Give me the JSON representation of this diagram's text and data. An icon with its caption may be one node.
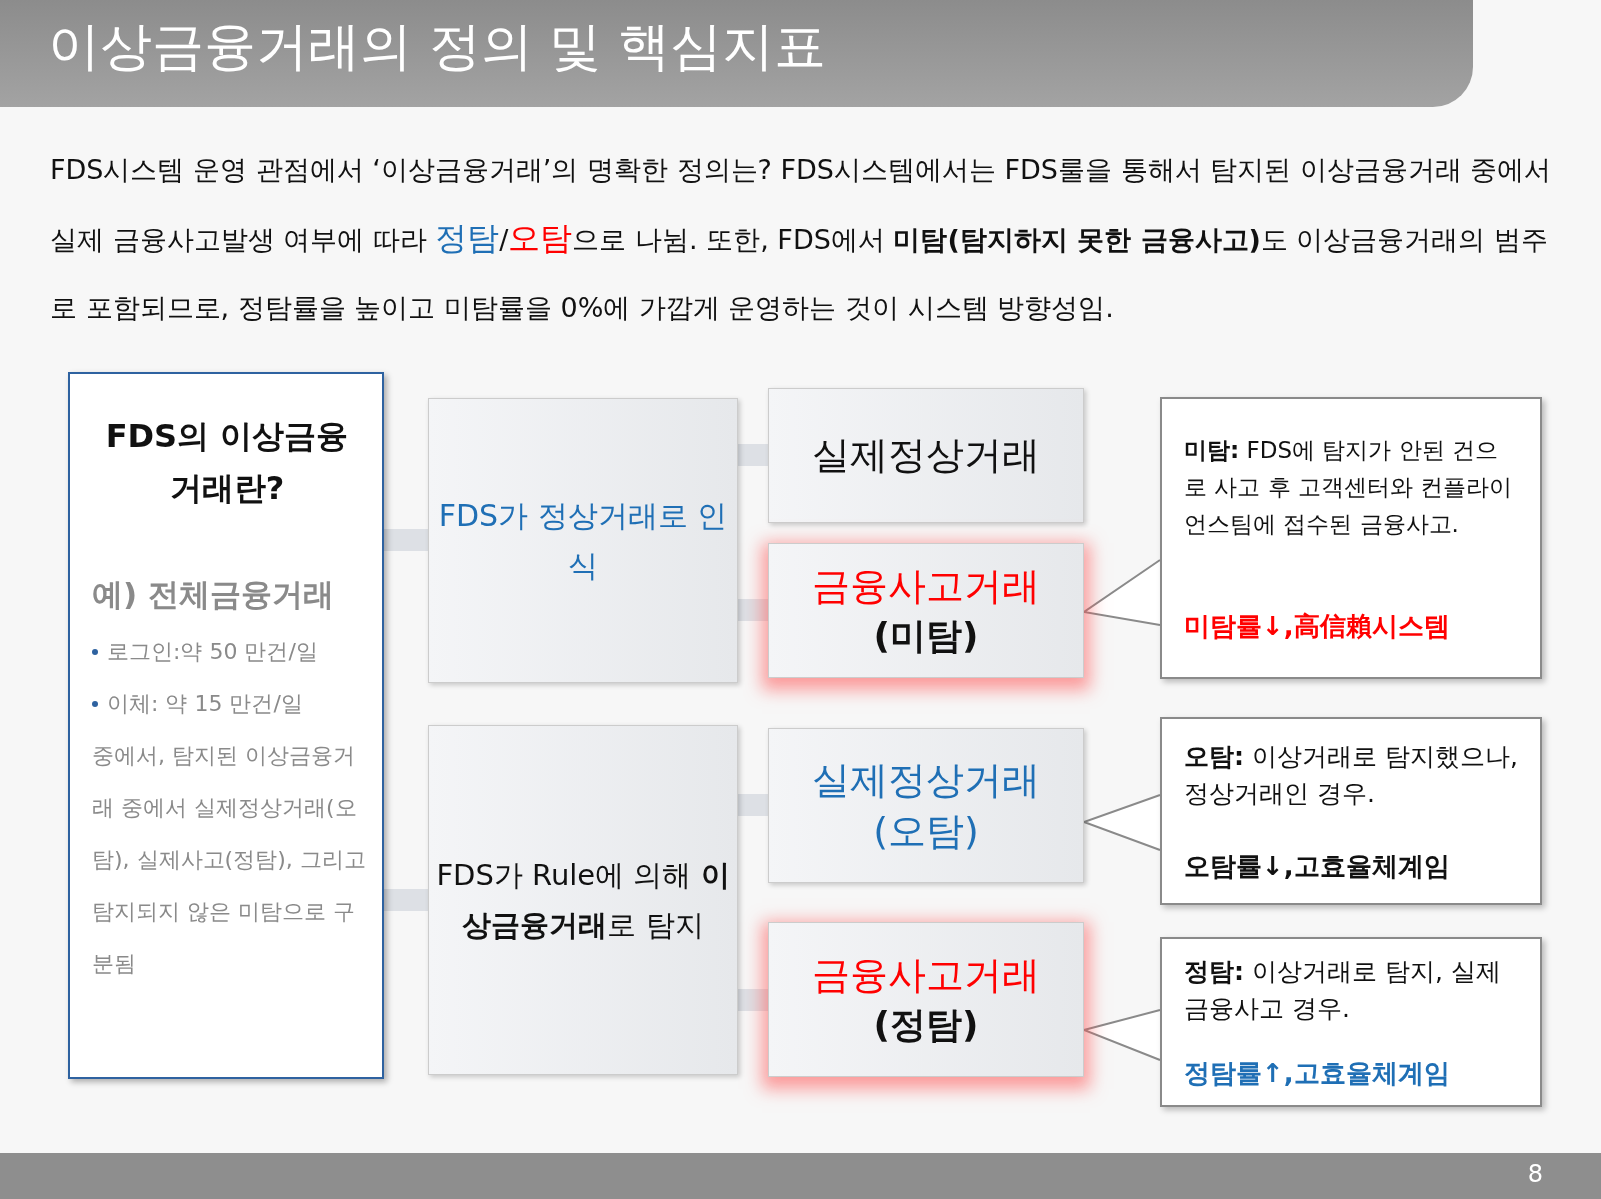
{
  "diagram": {
    "title": "이상금융거래의 정의 및 핵심지표",
    "nodes": [
      {
        "text": [
          "FDS의 이상금융거래란?",
          "예) 전체금융거래",
          "로그인:약 50 만건/일",
          "이체:  약 15 만건/일",
          "중에서, 탐지된 이상금융거래 중에서 실제정상거래(오탐), 실제사고(정탐), 그리고 탐지되지 않은 미탐으로 구분됨"
        ]
      },
      {
        "text": [
          "FDS가 정상거래로 인식"
        ]
      },
      {
        "text": [
          "FDS가 Rule에 의해 **이상금융거래**로 탐지"
        ]
      },
      {
        "text": [
          "실제정상거래"
        ]
      },
      {
        "text": [
          "금융사고거래",
          "(미탐)"
        ]
      },
      {
        "text": [
          "실제정상거래",
          "(오탐)"
        ]
      },
      {
        "text": [
          "금융사고거래",
          "(정탐)"
        ]
      },
      {
        "text": [
          "**미탐:** FDS에 탐지가 안된 건으로 사고 후 고객센터와 컨플라이언스팀에 접수된 금융사고.",
          "미탐률↓,高信賴시스템"
        ]
      },
      {
        "text": [
          "**오탐:** 이상거래로 탐지했으나, 정상거래인 경우.",
          "오탐률↓,고효율체계임"
        ]
      },
      {
        "text": [
          "**정탐:** 이상거래로 탐지, 실제 금융사고 경우.",
          "정탐률↑,고효율체계임"
        ]
      }
    ],
    "edges": [
      {
        "from": 0,
        "to": 1,
        "arrow": "none"
      },
      {
        "from": 0,
        "to": 2,
        "arrow": "none"
      },
      {
        "from": 1,
        "to": 3,
        "arrow": "none"
      },
      {
        "from": 1,
        "to": 4,
        "arrow": "none"
      },
      {
        "from": 2,
        "to": 5,
        "arrow": "none"
      },
      {
        "from": 2,
        "to": 6,
        "arrow": "none"
      },
      {
        "from": 7,
        "to": 4,
        "arrow": "to",
        "color": "#8a8a8a"
      },
      {
        "from": 8,
        "to": 5,
        "arrow": "to",
        "color": "#8a8a8a"
      },
      {
        "from": 9,
        "to": 6,
        "arrow": "to",
        "color": "#8a8a8a"
      }
    ],
    "labels": [
      "FDS시스템 운영 관점에서 ‘이상금융거래’의 명확한 정의는? FDS시스템에서는 FDS룰을 통해서 탐지된 이상금융거래 중에서 실제 금융사고발생 여부에 따라 **정탐**/**오탐**으로 나뉨. 또한, FDS에서 **미탐(탐지하지 못한 금융사고)**도 이상금융거래의 범주로 포함되므로, 정탐률을 높이고 미탐률을 0%에 가깝게 운영하는 것이 시스템 방향성임.",
      "8"
    ]
  }
}
